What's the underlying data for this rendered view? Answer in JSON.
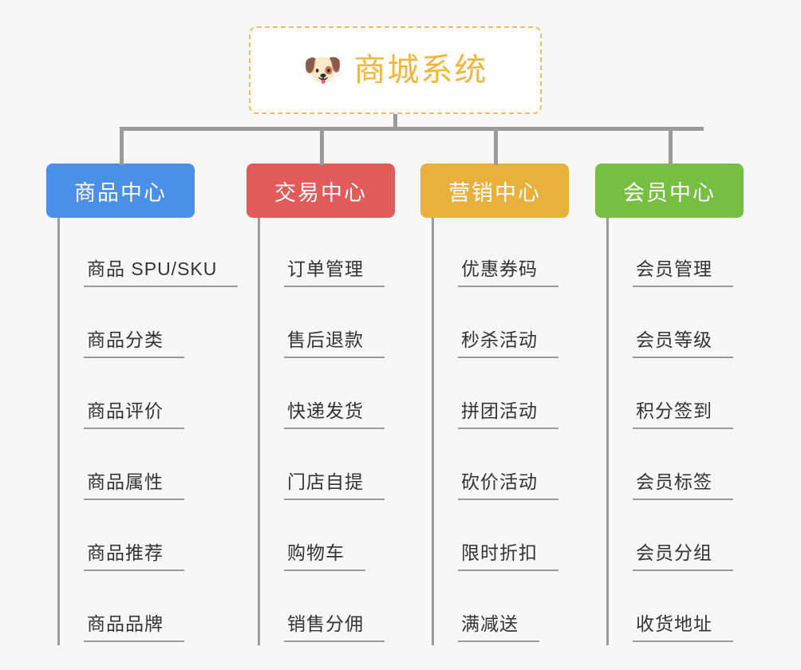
{
  "root": {
    "icon": "dog-face-icon",
    "icon_glyph": "🐶",
    "title": "商城系统",
    "title_color": "#f3b63d",
    "border_color": "#f0c060",
    "background": "#ffffff"
  },
  "canvas": {
    "background": "#f7f7f7",
    "connector_color": "#9b9b9b"
  },
  "branches": [
    {
      "id": "product-center",
      "label": "商品中心",
      "color": "#4a90e8",
      "items": [
        {
          "label": "商品 SPU/SKU"
        },
        {
          "label": "商品分类"
        },
        {
          "label": "商品评价"
        },
        {
          "label": "商品属性"
        },
        {
          "label": "商品推荐"
        },
        {
          "label": "商品品牌"
        }
      ]
    },
    {
      "id": "trade-center",
      "label": "交易中心",
      "color": "#e15b5b",
      "items": [
        {
          "label": "订单管理"
        },
        {
          "label": "售后退款"
        },
        {
          "label": "快递发货"
        },
        {
          "label": "门店自提"
        },
        {
          "label": "购物车"
        },
        {
          "label": "销售分佣"
        }
      ]
    },
    {
      "id": "marketing-center",
      "label": "营销中心",
      "color": "#eab03c",
      "items": [
        {
          "label": "优惠券码"
        },
        {
          "label": "秒杀活动"
        },
        {
          "label": "拼团活动"
        },
        {
          "label": "砍价活动"
        },
        {
          "label": "限时折扣"
        },
        {
          "label": "满减送"
        }
      ]
    },
    {
      "id": "member-center",
      "label": "会员中心",
      "color": "#76bf43",
      "items": [
        {
          "label": "会员管理"
        },
        {
          "label": "会员等级"
        },
        {
          "label": "积分签到"
        },
        {
          "label": "会员标签"
        },
        {
          "label": "会员分组"
        },
        {
          "label": "收货地址"
        }
      ]
    }
  ]
}
